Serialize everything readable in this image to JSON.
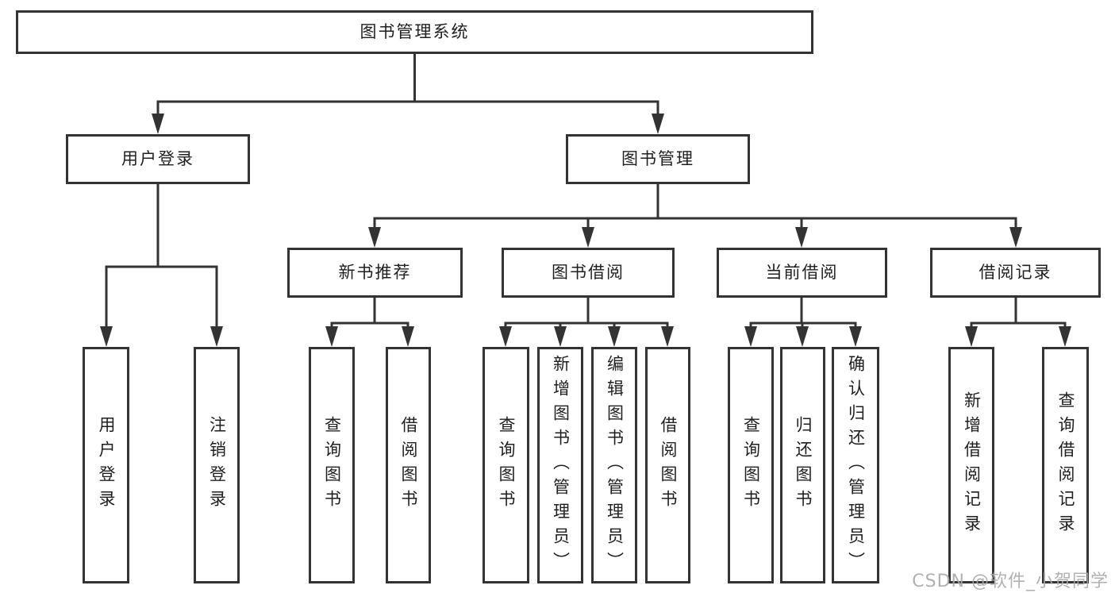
{
  "tree": {
    "root": {
      "label": "图书管理系统",
      "children": [
        {
          "label": "用户登录",
          "children": [
            {
              "label": "用户登录"
            },
            {
              "label": "注销登录"
            }
          ]
        },
        {
          "label": "图书管理",
          "children": [
            {
              "label": "新书推荐",
              "children": [
                {
                  "label": "查询图书"
                },
                {
                  "label": "借阅图书"
                }
              ]
            },
            {
              "label": "图书借阅",
              "children": [
                {
                  "label": "查询图书"
                },
                {
                  "label": "新增图书（管理员）"
                },
                {
                  "label": "编辑图书（管理员）"
                },
                {
                  "label": "借阅图书"
                }
              ]
            },
            {
              "label": "当前借阅",
              "children": [
                {
                  "label": "查询图书"
                },
                {
                  "label": "归还图书"
                },
                {
                  "label": "确认归还（管理员）"
                }
              ]
            },
            {
              "label": "借阅记录",
              "children": [
                {
                  "label": "新增借阅记录"
                },
                {
                  "label": "查询借阅记录"
                }
              ]
            }
          ]
        }
      ]
    }
  },
  "watermark": "CSDN @软件_小贺同学",
  "colors": {
    "line": "#333333",
    "text": "#1f1f1f",
    "watermark": "#a8a8a8"
  }
}
